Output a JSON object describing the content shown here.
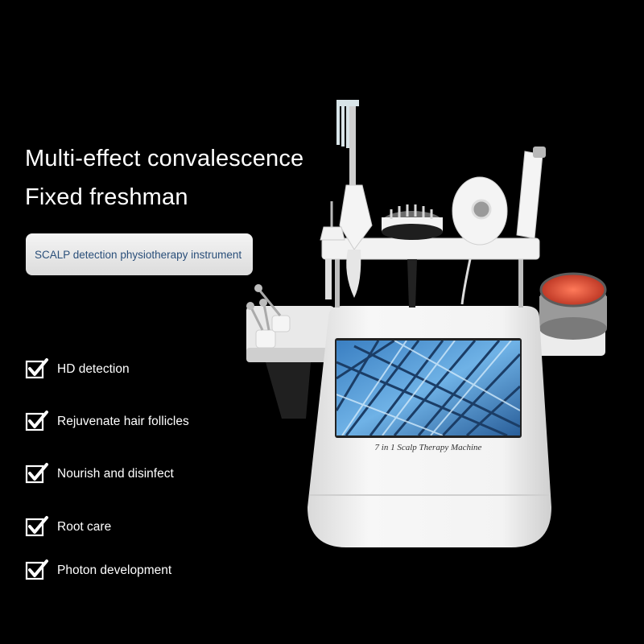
{
  "headline": {
    "line1": "Multi-effect convalescence",
    "line2": "Fixed freshman"
  },
  "subtitle_badge": "SCALP detection physiotherapy instrument",
  "features": [
    {
      "label": "HD detection"
    },
    {
      "label": "Rejuvenate hair follicles"
    },
    {
      "label": "Nourish and disinfect"
    },
    {
      "label": "Root care"
    },
    {
      "label": "Photon development"
    }
  ],
  "machine": {
    "screen_label": "7 in 1 Scalp Therapy Machine"
  },
  "colors": {
    "background": "#000000",
    "text": "#ffffff",
    "badge_text": "#2a4f7a",
    "machine_body": "#f2f2f2",
    "screen_tint": "#3f86c8",
    "red_light": "#d13a2a"
  },
  "icons": {
    "feature_bullet": "checkbox-check-icon"
  }
}
